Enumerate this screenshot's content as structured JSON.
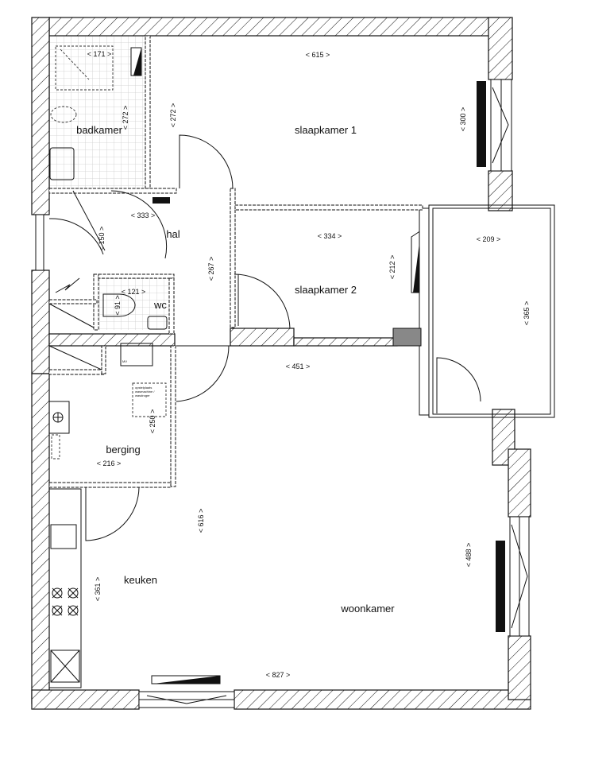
{
  "rooms": {
    "badkamer": "badkamer",
    "slaapkamer1": "slaapkamer 1",
    "hal": "hal",
    "slaapkamer2": "slaapkamer 2",
    "wc": "wc",
    "berging": "berging",
    "keuken": "keuken",
    "woonkamer": "woonkamer"
  },
  "dimensions": {
    "badkamer_width": "< 171 >",
    "badkamer_depth": "< 272 >",
    "slaapkamer1_width": "< 615 >",
    "slaapkamer1_left": "< 272 >",
    "slaapkamer1_depth": "< 300 >",
    "hal_width": "< 333 >",
    "hal_small": "< 150 >",
    "hal_depth": "< 267 >",
    "slaapkamer2_width": "< 334 >",
    "slaapkamer2_depth": "< 212 >",
    "balkon_width": "< 209 >",
    "balkon_depth": "< 365 >",
    "wc_width": "< 121 >",
    "wc_depth": "< 91 >",
    "woonkamer_mid": "< 451 >",
    "berging_depth": "< 250 >",
    "berging_width": "< 216 >",
    "woonkamer_depth": "< 616 >",
    "woonkamer_window": "< 488 >",
    "keuken_depth": "< 361 >",
    "woonkamer_width": "< 827 >"
  },
  "annotations": {
    "washer_line1": "opstelplaats",
    "washer_line2": "wasmachine /",
    "washer_line3": "wasdroger",
    "meter": "MV"
  }
}
